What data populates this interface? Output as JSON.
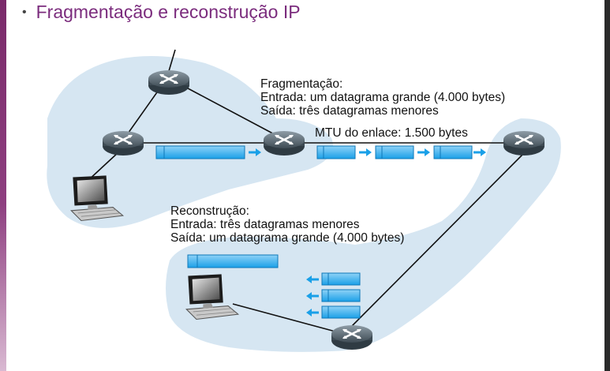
{
  "slide": {
    "title": "Fragmentação e reconstrução IP"
  },
  "diagram": {
    "fragmentation": {
      "heading": "Fragmentação:",
      "input": "Entrada: um datagrama grande (4.000 bytes)",
      "output": "Saída: três datagramas menores"
    },
    "mtu_label": "MTU do enlace: 1.500 bytes",
    "reassembly": {
      "heading": "Reconstrução:",
      "input": "Entrada: três datagramas menores",
      "output": "Saída: um datagrama grande (4.000 bytes)"
    },
    "colors": {
      "accent_title": "#7b2c7d",
      "network_cloud": "#d6e6f2",
      "datagram": "#1aa0e8",
      "router": "#5a6a75"
    }
  }
}
